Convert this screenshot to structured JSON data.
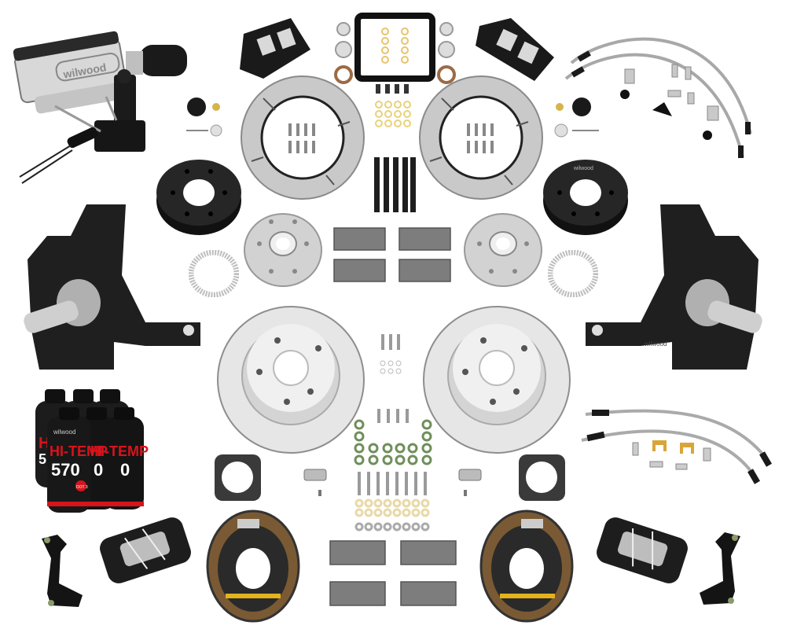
{
  "scene": {
    "subject": "Brake conversion kit product photo on white background",
    "background": "#ffffff",
    "brand_text": "wilwood"
  },
  "master_cylinder": {
    "brand": "wilwood"
  },
  "fluid_bottles": {
    "count": 6,
    "brand": "wilwood",
    "product_line": "HI-TEMP",
    "number": "570",
    "rating": "DOT 3",
    "partial_texts": [
      "5",
      "570",
      "0"
    ],
    "colors": {
      "bottle": "#1c1c1c",
      "accent": "#d7141c"
    }
  },
  "front_hub_adapter": {
    "brand": "wilwood"
  },
  "spindle_right": {
    "brand": "wilwood"
  },
  "colors": {
    "caliper_black": "#1a1a1a",
    "rotor_silver": "#c9c9c9",
    "rotor_face": "#e6e6e6",
    "hardware_gold": "#e8c46a",
    "hardware_green": "#6f8f5a",
    "pad_gray": "#7d7d7d",
    "shoe_brown": "#7a5a34",
    "spring_yellow": "#e3b21c"
  }
}
